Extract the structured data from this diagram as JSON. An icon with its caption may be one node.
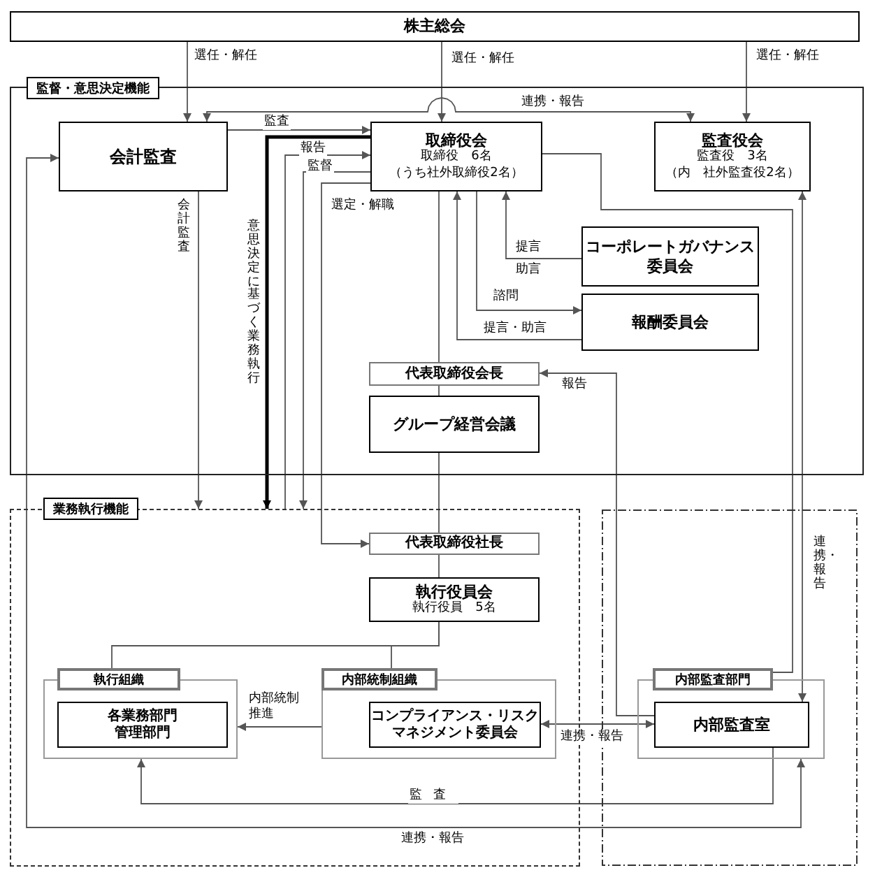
{
  "diagram": {
    "nodes": [
      {
        "text": [
          "株主総会"
        ]
      },
      {
        "text": [
          "監督・意思決定機能"
        ]
      },
      {
        "text": [
          "会計監査"
        ],
        "in": 1
      },
      {
        "text": [
          "取締役会",
          "取締役　6名",
          "（うち社外取締役2名）"
        ],
        "in": 1
      },
      {
        "text": [
          "監査役会",
          "監査役　3名",
          "（内　社外監査役2名）"
        ],
        "in": 1
      },
      {
        "text": [
          "コーポレートガバナンス委員会"
        ],
        "in": 1
      },
      {
        "text": [
          "報酬委員会"
        ],
        "in": 1
      },
      {
        "text": [
          "代表取締役会長"
        ],
        "in": 1
      },
      {
        "text": [
          "グループ経営会議"
        ],
        "in": 1
      },
      {
        "text": [
          "業務執行機能"
        ]
      },
      {
        "text": [],
        "shape": "box"
      },
      {
        "text": [
          "代表取締役社長"
        ],
        "in": 9
      },
      {
        "text": [
          "執行役員会",
          "執行役員　5名"
        ],
        "in": 9
      },
      {
        "text": [
          "執行組織"
        ],
        "in": 9
      },
      {
        "text": [
          "各業務部門",
          "管理部門"
        ],
        "in": 13
      },
      {
        "text": [
          "内部統制組織"
        ],
        "in": 9
      },
      {
        "text": [
          "コンプライアンス・リスクマネジメント委員会"
        ],
        "in": 15
      },
      {
        "text": [
          "内部監査部門"
        ],
        "in": 10
      },
      {
        "text": [
          "内部監査室"
        ],
        "in": 17
      }
    ],
    "edges": [
      {
        "from": 0,
        "to": 2,
        "arrow": "to",
        "label": "選任・解任"
      },
      {
        "from": 0,
        "to": 3,
        "arrow": "to",
        "label": "選任・解任"
      },
      {
        "from": 0,
        "to": 4,
        "arrow": "to",
        "label": "選任・解任"
      },
      {
        "from": 2,
        "to": 4,
        "arrow": "both",
        "label": "連携・報告"
      },
      {
        "from": 2,
        "to": 3,
        "arrow": "to",
        "label": "監査"
      },
      {
        "from": 9,
        "to": 3,
        "arrow": "to",
        "label": "報告"
      },
      {
        "from": 3,
        "to": 9,
        "arrow": "to",
        "label": "監督"
      },
      {
        "from": 3,
        "to": 9,
        "arrow": "to",
        "label": "意思決定に基づく業務執行",
        "style": "thick",
        "color": "#000000"
      },
      {
        "from": 3,
        "to": 11,
        "arrow": "to",
        "label": "選定・解職"
      },
      {
        "from": 2,
        "to": 9,
        "arrow": "to",
        "label": "会計監査"
      },
      {
        "from": 5,
        "to": 3,
        "arrow": "to",
        "label": "提言"
      },
      {
        "from": 3,
        "to": 6,
        "arrow": "to",
        "label": "諮問"
      },
      {
        "from": 6,
        "to": 3,
        "arrow": "to",
        "label": "提言・助言"
      },
      {
        "from": 3,
        "to": 7,
        "arrow": "none"
      },
      {
        "from": 7,
        "to": 8,
        "arrow": "none"
      },
      {
        "from": 8,
        "to": 11,
        "arrow": "none"
      },
      {
        "from": 11,
        "to": 12,
        "arrow": "none"
      },
      {
        "from": 12,
        "to": 13,
        "arrow": "none"
      },
      {
        "from": 12,
        "to": 15,
        "arrow": "none"
      },
      {
        "from": 18,
        "to": 7,
        "arrow": "to",
        "label": "報告"
      },
      {
        "from": 3,
        "to": 17,
        "arrow": "none"
      },
      {
        "from": 4,
        "to": 18,
        "arrow": "both",
        "label": "連携・報告"
      },
      {
        "from": 15,
        "to": 13,
        "arrow": "to",
        "label": "内部統制推進"
      },
      {
        "from": 16,
        "to": 18,
        "arrow": "both",
        "label": "連携・報告"
      },
      {
        "from": 18,
        "to": 13,
        "arrow": "to",
        "label": "監査"
      },
      {
        "from": 17,
        "to": 2,
        "arrow": "both",
        "label": "連携・報告"
      }
    ],
    "labels": [
      "助言"
    ]
  }
}
